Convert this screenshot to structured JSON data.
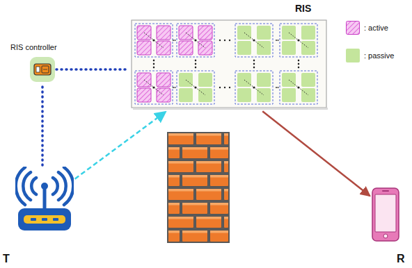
{
  "diagram": {
    "nodes": [
      {
        "text": [
          "RIS"
        ]
      },
      {
        "text": [
          "RIS controller"
        ]
      },
      {
        "text": [
          "T"
        ]
      },
      {
        "text": [
          "R"
        ]
      }
    ],
    "edges": [
      {
        "from": 1,
        "to": 0,
        "arrow": "none"
      },
      {
        "from": 2,
        "to": 1,
        "arrow": "none"
      },
      {
        "from": 2,
        "to": 0,
        "arrow": "to"
      },
      {
        "from": 0,
        "to": 3,
        "arrow": "to"
      }
    ],
    "legend": [
      {
        "text": ": active"
      },
      {
        "text": ": passive",
        "color": "#c4e59c"
      }
    ]
  }
}
